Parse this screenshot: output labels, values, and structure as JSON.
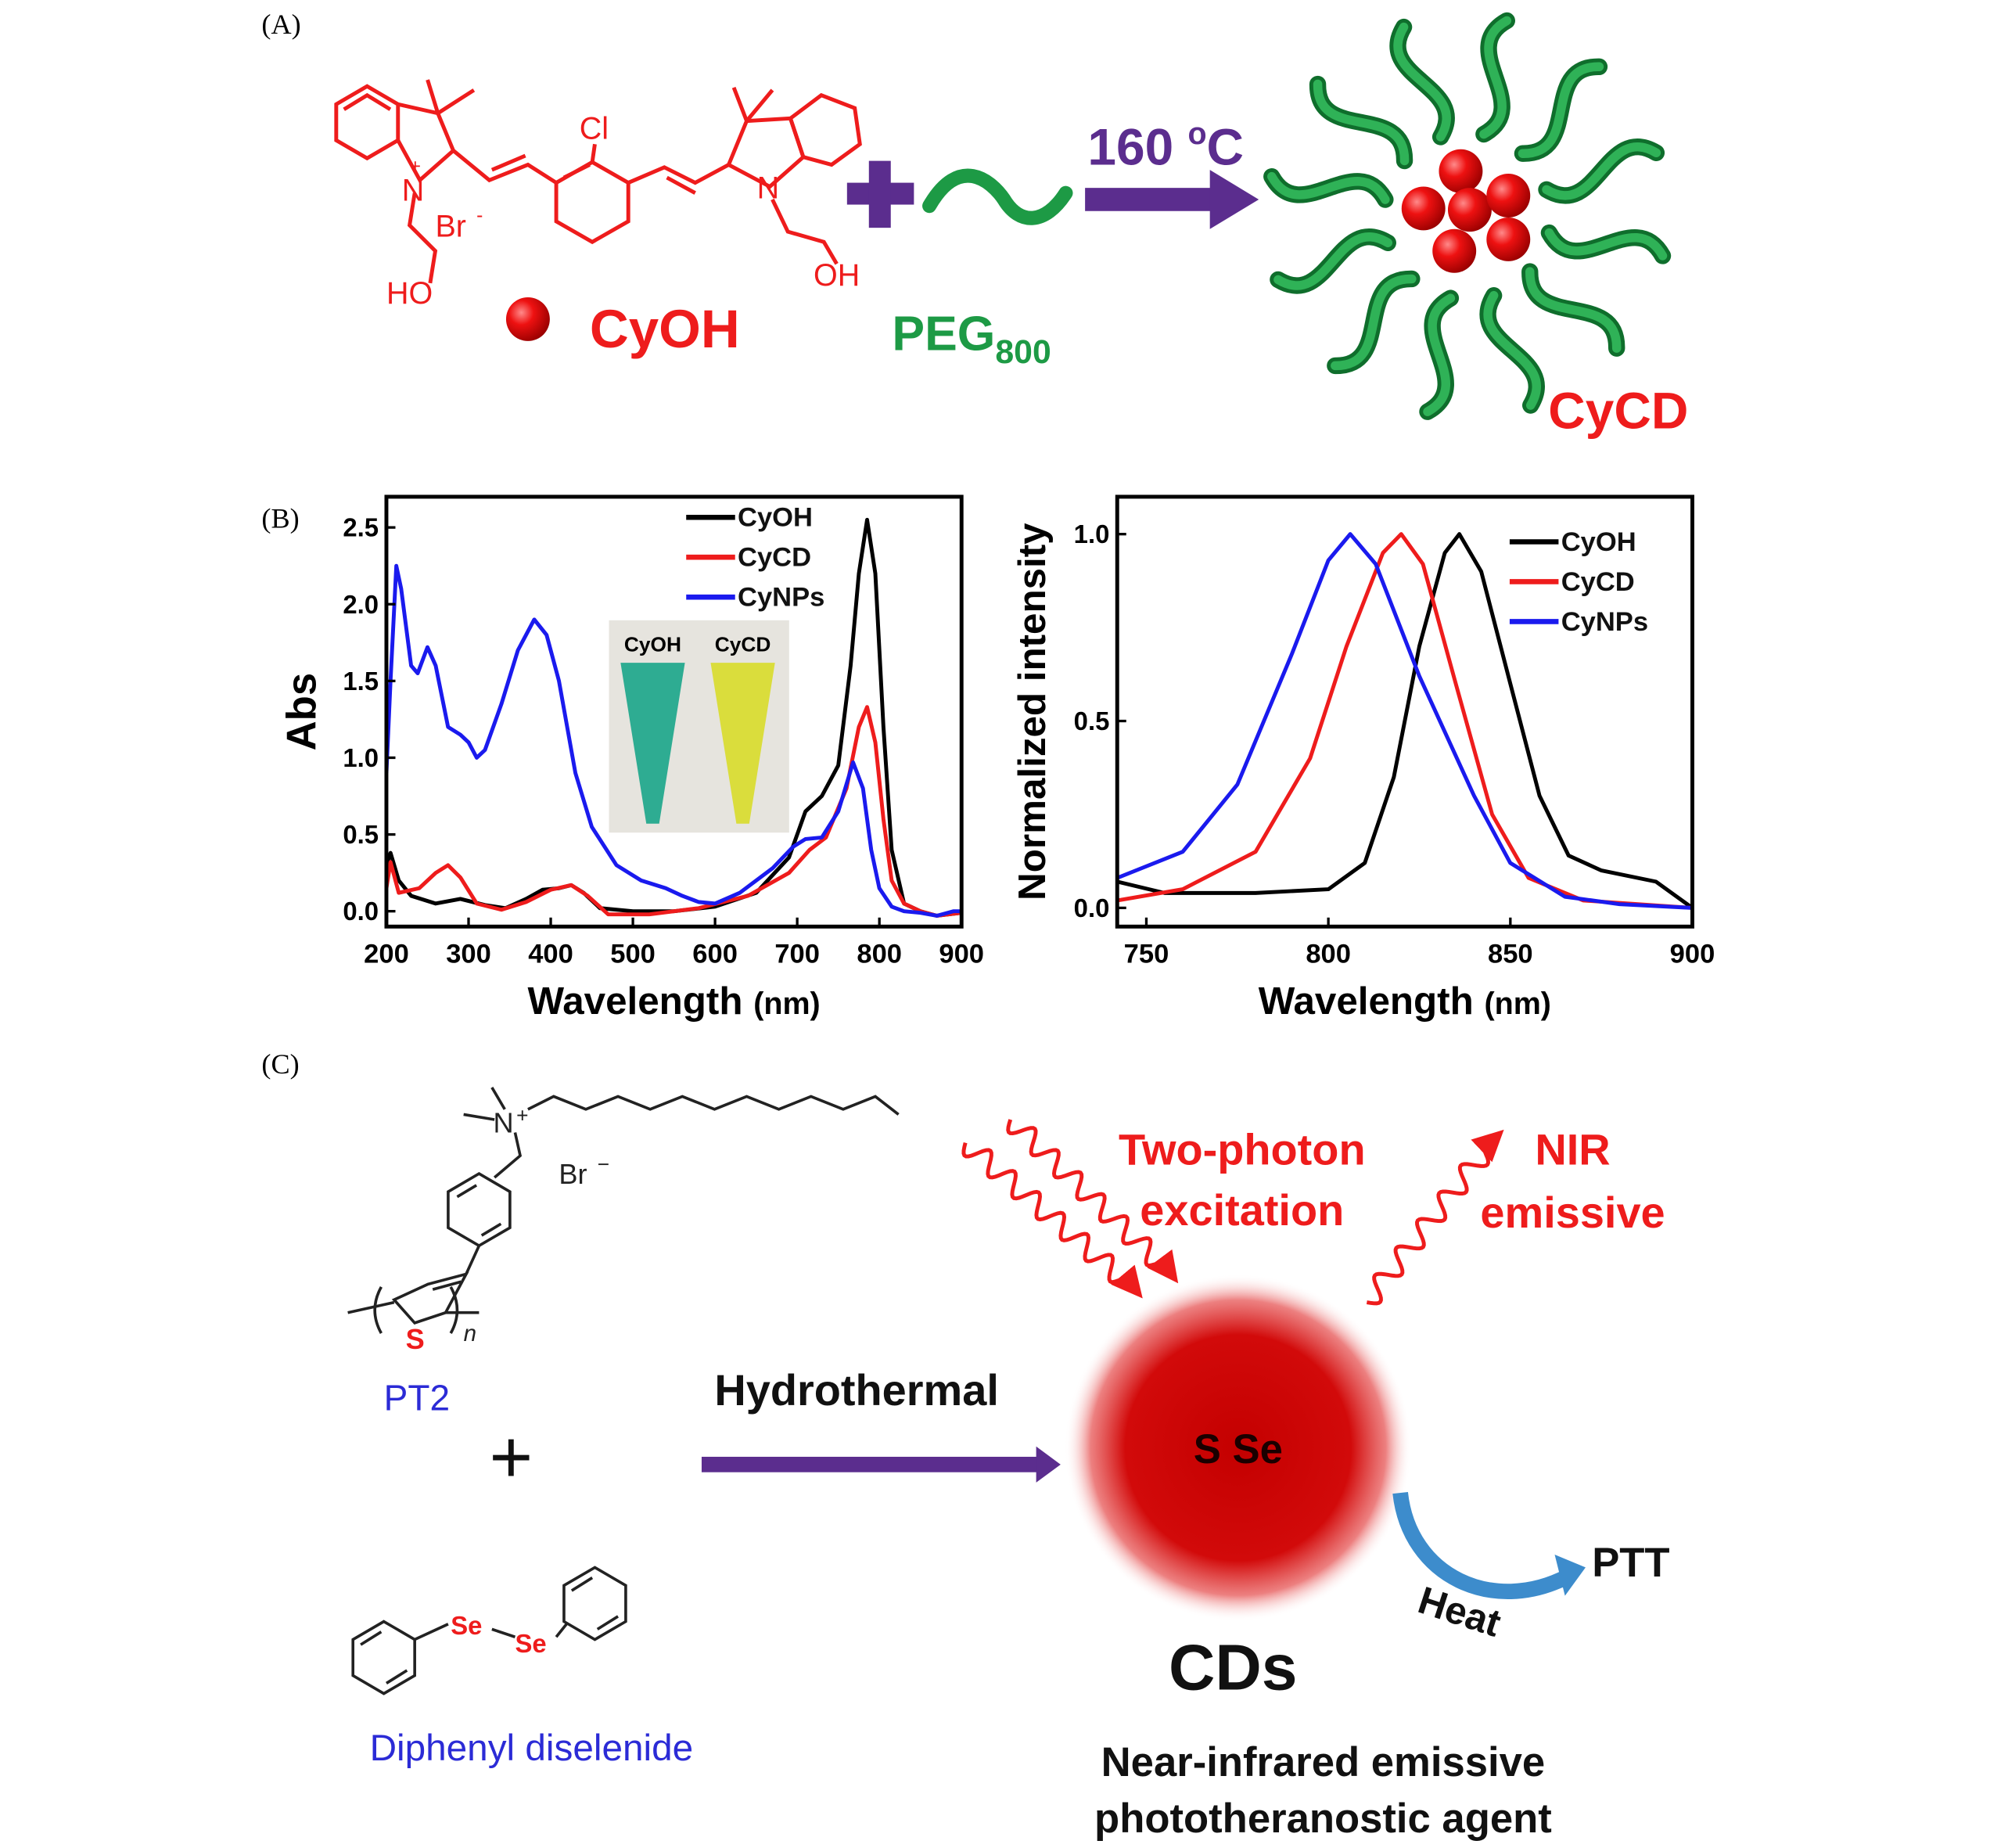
{
  "panels": {
    "a": "(A)",
    "b": "(B)",
    "c": "(C)"
  },
  "panel_a": {
    "atoms": {
      "cl": "Cl",
      "n_plus": "N",
      "plus": "+",
      "n": "N",
      "br": "Br",
      "br_charge": "-",
      "ho": "HO",
      "oh": "OH"
    },
    "cyoh_label": "CyOH",
    "peg_label": "PEG",
    "peg_sub": "800",
    "condition": "160 ",
    "condition_sup": "o",
    "condition_unit": "C",
    "product_label": "CyCD",
    "colors": {
      "red": "#ee1c1c",
      "green": "#1d9a45",
      "purple": "#5b2d8e"
    }
  },
  "panel_c": {
    "atoms": {
      "n": "N",
      "plus": "+",
      "br": "Br",
      "br_charge": "−",
      "s": "S",
      "n_sub": "n",
      "se1": "Se",
      "se2": "Se"
    },
    "pt2_label": "PT2",
    "plus_sign": "+",
    "diselenide_label": "Diphenyl diselenide",
    "process_label": "Hydrothermal",
    "core_label": "S Se",
    "excitation_line1": "Two-photon",
    "excitation_line2": "excitation",
    "emission_line1": "NIR",
    "emission_line2": "emissive",
    "heat_label": "Heat",
    "ptt_label": "PTT",
    "cds_label": "CDs",
    "desc_line1": "Near-infrared emissive",
    "desc_line2": "phototheranostic agent"
  },
  "chart_data": [
    {
      "type": "line",
      "title": "",
      "xlabel": "Wavelength",
      "xlabel_unit": "(nm)",
      "ylabel": "Abs",
      "xlim": [
        200,
        900
      ],
      "ylim": [
        -0.1,
        2.7
      ],
      "xticks": [
        "200",
        "300",
        "400",
        "500",
        "600",
        "700",
        "800",
        "900"
      ],
      "yticks": [
        "0.0",
        "0.5",
        "1.0",
        "1.5",
        "2.0",
        "2.5"
      ],
      "legend_position": "top-right",
      "inset_labels": [
        "CyOH",
        "CyCD"
      ],
      "series": [
        {
          "name": "CyOH",
          "color": "#000000",
          "points": [
            [
              200,
              0.3
            ],
            [
              205,
              0.38
            ],
            [
              215,
              0.2
            ],
            [
              230,
              0.1
            ],
            [
              260,
              0.05
            ],
            [
              290,
              0.08
            ],
            [
              320,
              0.04
            ],
            [
              345,
              0.02
            ],
            [
              370,
              0.08
            ],
            [
              390,
              0.14
            ],
            [
              410,
              0.15
            ],
            [
              425,
              0.17
            ],
            [
              440,
              0.12
            ],
            [
              460,
              0.02
            ],
            [
              500,
              0.0
            ],
            [
              550,
              0.0
            ],
            [
              600,
              0.03
            ],
            [
              650,
              0.12
            ],
            [
              690,
              0.35
            ],
            [
              710,
              0.65
            ],
            [
              730,
              0.75
            ],
            [
              750,
              0.95
            ],
            [
              765,
              1.6
            ],
            [
              775,
              2.2
            ],
            [
              785,
              2.55
            ],
            [
              795,
              2.2
            ],
            [
              805,
              1.2
            ],
            [
              815,
              0.4
            ],
            [
              830,
              0.05
            ],
            [
              850,
              0.0
            ],
            [
              870,
              -0.03
            ],
            [
              900,
              -0.01
            ]
          ]
        },
        {
          "name": "CyCD",
          "color": "#ee1c1c",
          "points": [
            [
              200,
              0.15
            ],
            [
              205,
              0.32
            ],
            [
              215,
              0.12
            ],
            [
              240,
              0.15
            ],
            [
              260,
              0.25
            ],
            [
              275,
              0.3
            ],
            [
              290,
              0.22
            ],
            [
              310,
              0.05
            ],
            [
              340,
              0.01
            ],
            [
              370,
              0.06
            ],
            [
              400,
              0.14
            ],
            [
              425,
              0.17
            ],
            [
              445,
              0.1
            ],
            [
              470,
              -0.02
            ],
            [
              520,
              -0.02
            ],
            [
              580,
              0.02
            ],
            [
              640,
              0.1
            ],
            [
              690,
              0.25
            ],
            [
              715,
              0.4
            ],
            [
              735,
              0.48
            ],
            [
              760,
              0.8
            ],
            [
              775,
              1.2
            ],
            [
              785,
              1.33
            ],
            [
              795,
              1.1
            ],
            [
              805,
              0.6
            ],
            [
              815,
              0.2
            ],
            [
              830,
              0.05
            ],
            [
              850,
              0.0
            ],
            [
              870,
              -0.03
            ],
            [
              900,
              -0.01
            ]
          ]
        },
        {
          "name": "CyNPs",
          "color": "#1a1aee",
          "points": [
            [
              200,
              0.9
            ],
            [
              205,
              1.5
            ],
            [
              212,
              2.25
            ],
            [
              218,
              2.1
            ],
            [
              230,
              1.6
            ],
            [
              238,
              1.55
            ],
            [
              250,
              1.72
            ],
            [
              260,
              1.6
            ],
            [
              275,
              1.2
            ],
            [
              290,
              1.15
            ],
            [
              300,
              1.1
            ],
            [
              310,
              1.0
            ],
            [
              320,
              1.05
            ],
            [
              340,
              1.35
            ],
            [
              360,
              1.7
            ],
            [
              380,
              1.9
            ],
            [
              395,
              1.8
            ],
            [
              410,
              1.5
            ],
            [
              430,
              0.9
            ],
            [
              450,
              0.55
            ],
            [
              480,
              0.3
            ],
            [
              510,
              0.2
            ],
            [
              540,
              0.15
            ],
            [
              560,
              0.1
            ],
            [
              580,
              0.06
            ],
            [
              600,
              0.05
            ],
            [
              630,
              0.12
            ],
            [
              670,
              0.28
            ],
            [
              695,
              0.42
            ],
            [
              710,
              0.47
            ],
            [
              730,
              0.48
            ],
            [
              750,
              0.65
            ],
            [
              768,
              0.97
            ],
            [
              780,
              0.8
            ],
            [
              790,
              0.4
            ],
            [
              800,
              0.15
            ],
            [
              815,
              0.03
            ],
            [
              830,
              0.0
            ],
            [
              850,
              -0.01
            ],
            [
              870,
              -0.03
            ],
            [
              890,
              0.0
            ],
            [
              900,
              0.0
            ]
          ]
        }
      ]
    },
    {
      "type": "line",
      "title": "",
      "xlabel": "Wavelength",
      "xlabel_unit": "(nm)",
      "ylabel": "Normalized intensity",
      "xlim": [
        742,
        900
      ],
      "ylim": [
        -0.05,
        1.1
      ],
      "xticks": [
        "750",
        "800",
        "850",
        "900"
      ],
      "yticks": [
        "0.0",
        "0.5",
        "1.0"
      ],
      "legend_position": "top-right",
      "series": [
        {
          "name": "CyOH",
          "color": "#000000",
          "points": [
            [
              742,
              0.07
            ],
            [
              755,
              0.04
            ],
            [
              780,
              0.04
            ],
            [
              800,
              0.05
            ],
            [
              810,
              0.12
            ],
            [
              818,
              0.35
            ],
            [
              825,
              0.7
            ],
            [
              832,
              0.95
            ],
            [
              836,
              1.0
            ],
            [
              842,
              0.9
            ],
            [
              850,
              0.6
            ],
            [
              858,
              0.3
            ],
            [
              866,
              0.14
            ],
            [
              875,
              0.1
            ],
            [
              890,
              0.07
            ],
            [
              900,
              0.0
            ]
          ]
        },
        {
          "name": "CyCD",
          "color": "#ee1c1c",
          "points": [
            [
              742,
              0.02
            ],
            [
              760,
              0.05
            ],
            [
              780,
              0.15
            ],
            [
              795,
              0.4
            ],
            [
              805,
              0.7
            ],
            [
              815,
              0.95
            ],
            [
              820,
              1.0
            ],
            [
              826,
              0.92
            ],
            [
              835,
              0.6
            ],
            [
              845,
              0.25
            ],
            [
              855,
              0.08
            ],
            [
              870,
              0.02
            ],
            [
              900,
              0.0
            ]
          ]
        },
        {
          "name": "CyNPs",
          "color": "#1a1aee",
          "points": [
            [
              742,
              0.08
            ],
            [
              760,
              0.15
            ],
            [
              775,
              0.33
            ],
            [
              790,
              0.68
            ],
            [
              800,
              0.93
            ],
            [
              806,
              1.0
            ],
            [
              813,
              0.92
            ],
            [
              825,
              0.62
            ],
            [
              840,
              0.3
            ],
            [
              850,
              0.12
            ],
            [
              865,
              0.03
            ],
            [
              880,
              0.01
            ],
            [
              900,
              0.0
            ]
          ]
        }
      ]
    }
  ]
}
